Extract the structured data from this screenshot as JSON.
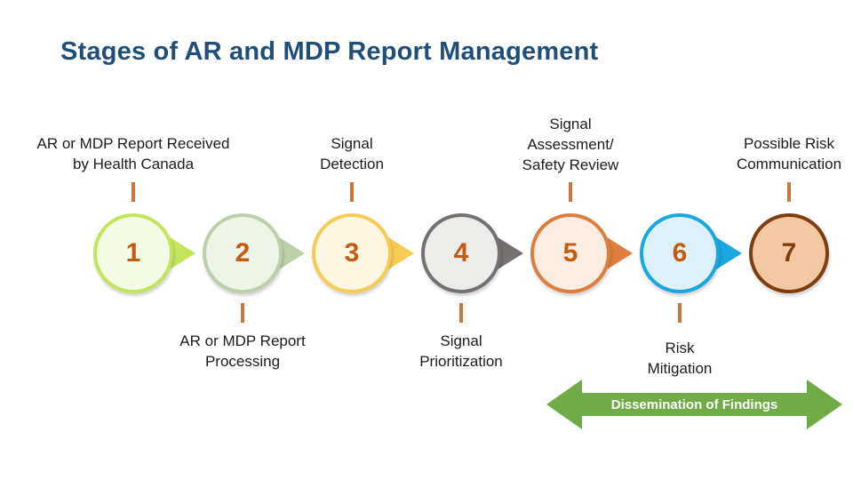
{
  "slide": {
    "title": "Stages of AR and MDP Report Management"
  },
  "colors": {
    "background": "#FFFFFF",
    "title": "#1F4E79",
    "tick": "#C9763D",
    "label_text": "#1C1C1C",
    "banner_green": "#6FAC47",
    "banner_text": "#FFFFFF"
  },
  "stages": [
    {
      "number": "1",
      "label": "AR or MDP Report Received\nby Health Canada",
      "label_position": "top",
      "border": "#C3E55C",
      "fill": "#F5FAE6",
      "number_color": "#C55A11",
      "has_arrow": true
    },
    {
      "number": "2",
      "label": "AR or MDP Report\nProcessing",
      "label_position": "bottom",
      "border": "#BDD0A9",
      "fill": "#EFF4E8",
      "number_color": "#C55A11",
      "has_arrow": true
    },
    {
      "number": "3",
      "label": "Signal\nDetection",
      "label_position": "top",
      "border": "#F7CC55",
      "fill": "#FDF7E3",
      "number_color": "#C55A11",
      "has_arrow": true
    },
    {
      "number": "4",
      "label": "Signal\nPrioritization",
      "label_position": "bottom",
      "border": "#767171",
      "fill": "#ECECEB",
      "number_color": "#C55A11",
      "has_arrow": true
    },
    {
      "number": "5",
      "label": "Signal\nAssessment/\nSafety Review",
      "label_position": "top",
      "border": "#DD7E3E",
      "fill": "#FAEDE1",
      "number_color": "#C55A11",
      "has_arrow": true
    },
    {
      "number": "6",
      "label": "Risk\nMitigation",
      "label_position": "bottom",
      "border": "#1AA7E0",
      "fill": "#DEF1FA",
      "number_color": "#C55A11",
      "has_arrow": true
    },
    {
      "number": "7",
      "label": "Possible Risk\nCommunication",
      "label_position": "top",
      "border": "#7E3F10",
      "fill": "#F5C8A4",
      "number_color": "#843C0C",
      "has_arrow": false
    }
  ],
  "banner": {
    "label": "Dissemination of Findings"
  }
}
